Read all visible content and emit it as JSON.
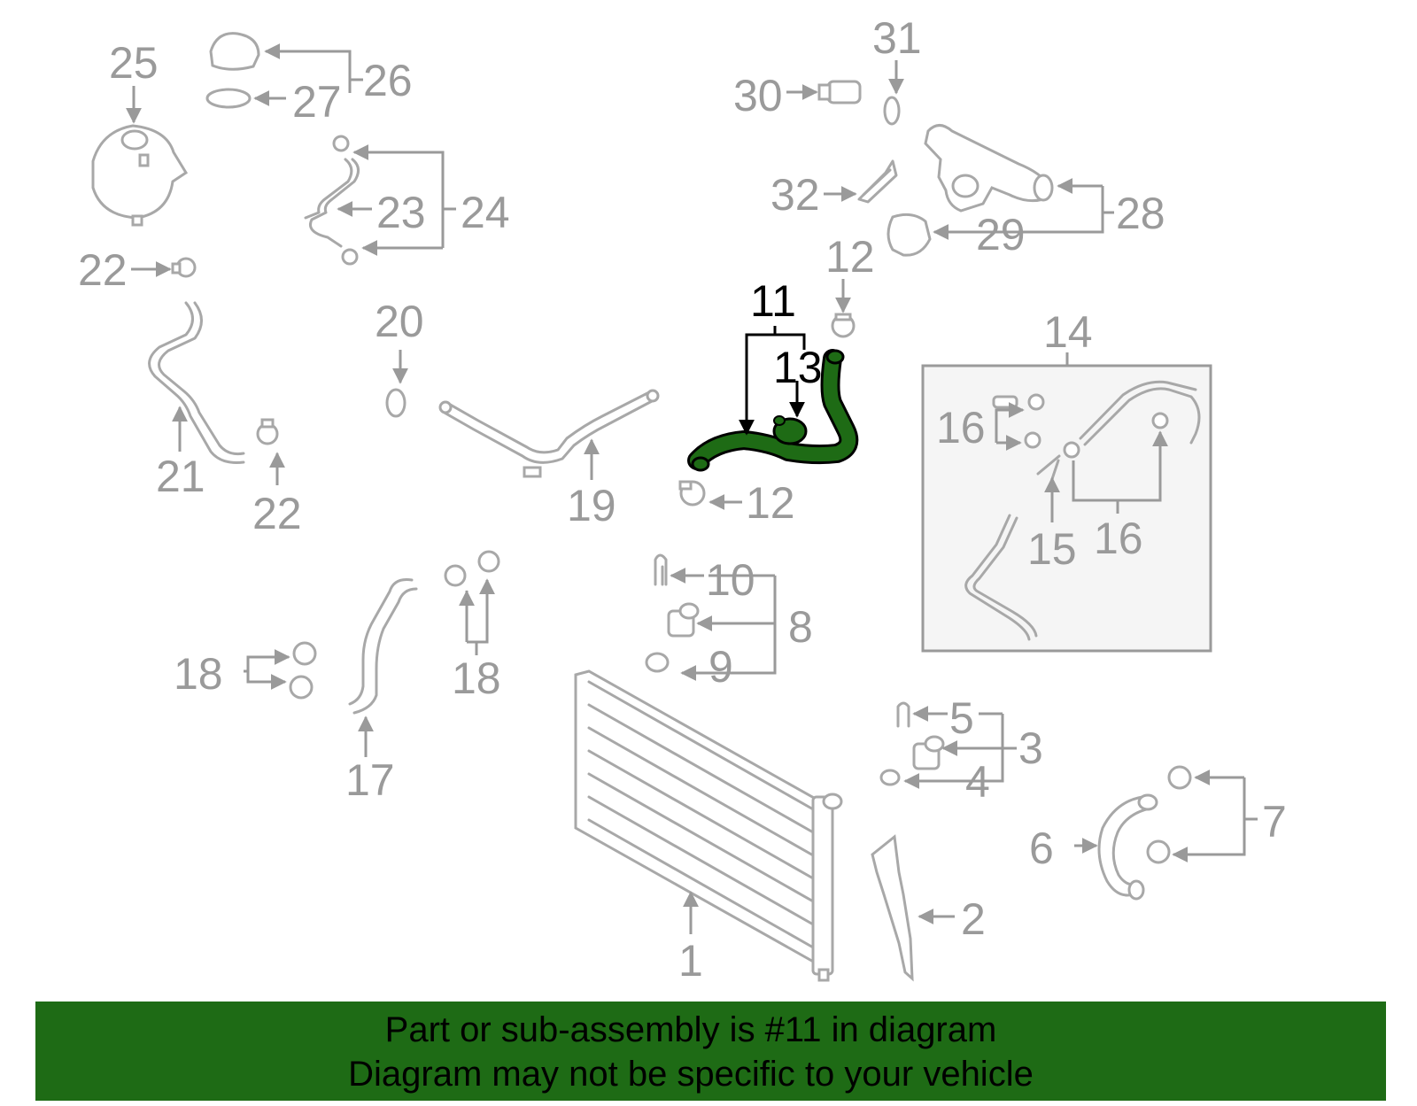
{
  "colors": {
    "highlight": "#1e6b15",
    "part_line": "#a8a8a8",
    "label": "#9a9a9a",
    "box_bg": "#f5f5f5"
  },
  "labels": {
    "l1": "1",
    "l2": "2",
    "l3": "3",
    "l4": "4",
    "l5": "5",
    "l6": "6",
    "l7": "7",
    "l8": "8",
    "l9": "9",
    "l10": "10",
    "l11": "11",
    "l12a": "12",
    "l12b": "12",
    "l13": "13",
    "l14": "14",
    "l15": "15",
    "l16a": "16",
    "l16b": "16",
    "l17": "17",
    "l18a": "18",
    "l18b": "18",
    "l19": "19",
    "l20": "20",
    "l21": "21",
    "l22a": "22",
    "l22b": "22",
    "l23": "23",
    "l24": "24",
    "l25": "25",
    "l26": "26",
    "l27": "27",
    "l28": "28",
    "l29": "29",
    "l30": "30",
    "l31": "31",
    "l32": "32"
  },
  "banner": {
    "line1": "Part or sub-assembly is #11 in diagram",
    "line2": "Diagram may not be specific to your vehicle"
  }
}
